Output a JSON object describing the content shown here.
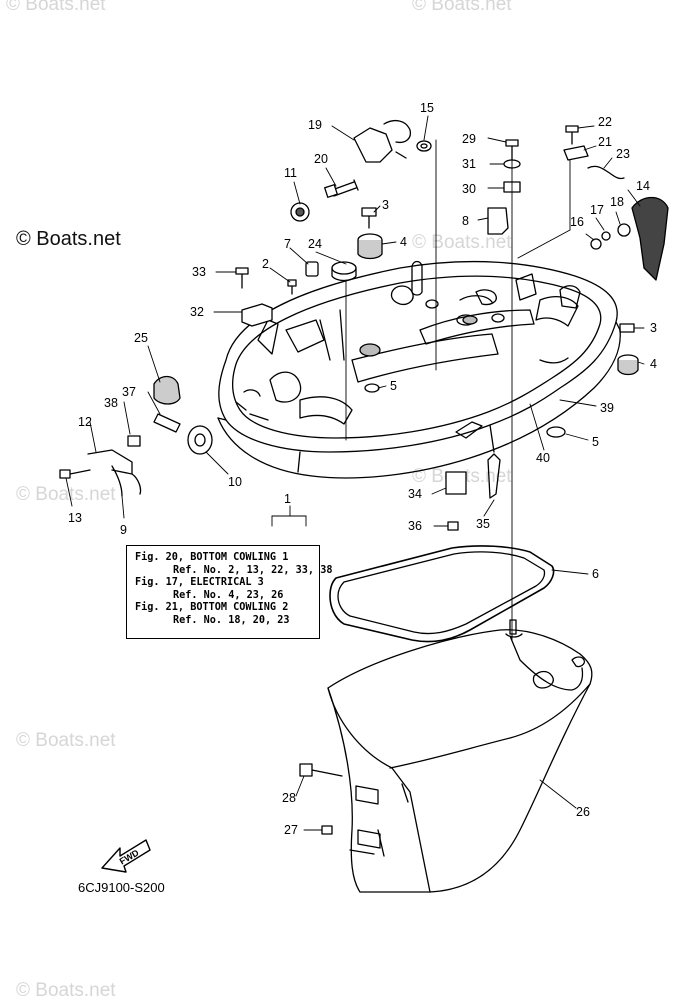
{
  "watermarks": {
    "main": "© Boats.net",
    "faint": "© Boats.net"
  },
  "callouts": [
    "1",
    "2",
    "3",
    "4",
    "5",
    "6",
    "7",
    "8",
    "9",
    "10",
    "11",
    "12",
    "13",
    "14",
    "15",
    "16",
    "17",
    "18",
    "19",
    "20",
    "21",
    "22",
    "23",
    "24",
    "25",
    "26",
    "27",
    "28",
    "29",
    "30",
    "31",
    "32",
    "33",
    "34",
    "35",
    "36",
    "37",
    "38",
    "39",
    "40"
  ],
  "notes": [
    {
      "fig": "Fig. 20, BOTTOM COWLING 1",
      "ref": "Ref. No. 2, 13, 22, 33, 38"
    },
    {
      "fig": "Fig. 17, ELECTRICAL 3",
      "ref": "Ref. No. 4, 23, 26"
    },
    {
      "fig": "Fig. 21, BOTTOM COWLING 2",
      "ref": "Ref. No. 18, 20, 23"
    }
  ],
  "fwd_label": "FWD",
  "diagram_code": "6CJ9100-S200"
}
